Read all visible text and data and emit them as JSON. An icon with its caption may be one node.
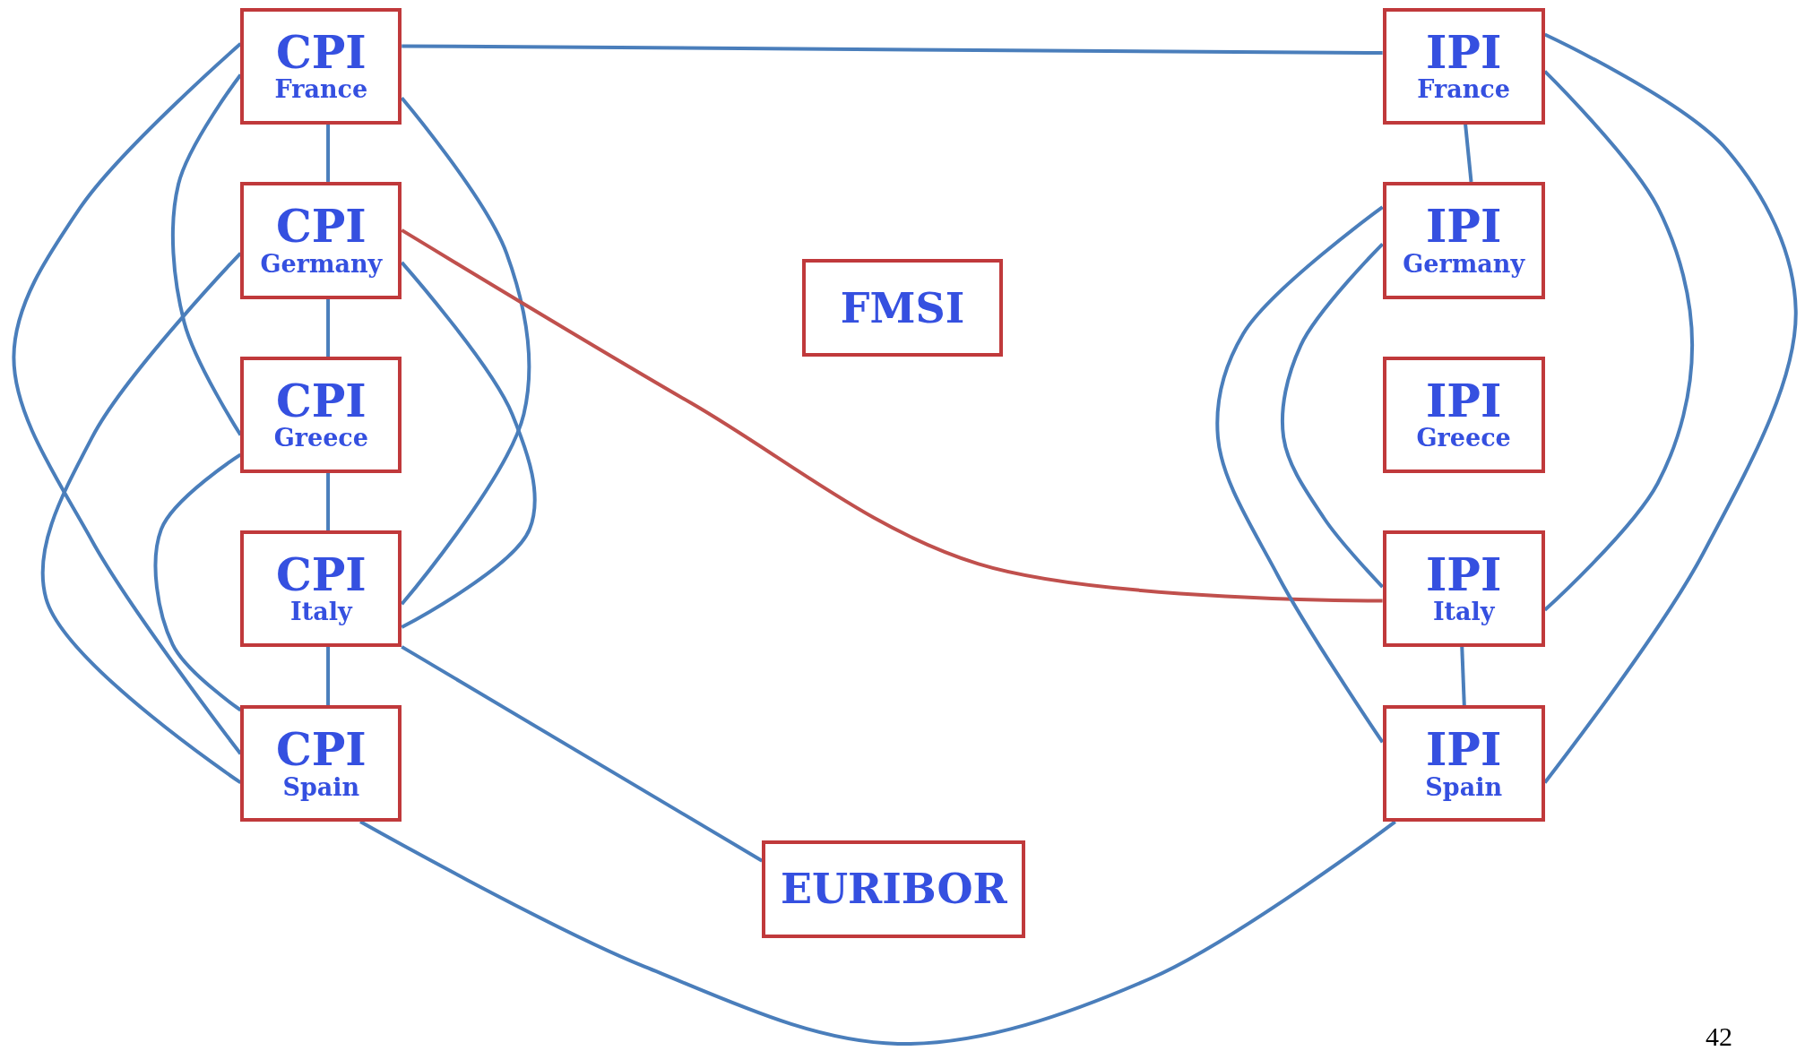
{
  "diagram": {
    "nodes": [
      {
        "text": [
          "CPI",
          "France"
        ]
      },
      {
        "text": [
          "CPI",
          "Germany"
        ]
      },
      {
        "text": [
          "CPI",
          "Greece"
        ]
      },
      {
        "text": [
          "CPI",
          "Italy"
        ]
      },
      {
        "text": [
          "CPI",
          "Spain"
        ]
      },
      {
        "text": [
          "IPI",
          "France"
        ]
      },
      {
        "text": [
          "IPI",
          "Germany"
        ]
      },
      {
        "text": [
          "FMSI"
        ]
      },
      {
        "text": [
          "IPI",
          "Greece"
        ]
      },
      {
        "text": [
          "IPI",
          "Italy"
        ]
      },
      {
        "text": [
          "IPI",
          "Spain"
        ]
      },
      {
        "text": [
          "EURIBOR"
        ]
      }
    ],
    "edges": [
      {
        "from": 0,
        "to": 5,
        "arrow": "none"
      },
      {
        "from": 0,
        "to": 1,
        "arrow": "none"
      },
      {
        "from": 1,
        "to": 2,
        "arrow": "none"
      },
      {
        "from": 2,
        "to": 3,
        "arrow": "none"
      },
      {
        "from": 3,
        "to": 4,
        "arrow": "none"
      },
      {
        "from": 0,
        "to": 4,
        "arrow": "none"
      },
      {
        "from": 0,
        "to": 2,
        "arrow": "none"
      },
      {
        "from": 0,
        "to": 3,
        "arrow": "none"
      },
      {
        "from": 1,
        "to": 4,
        "arrow": "none"
      },
      {
        "from": 1,
        "to": 3,
        "arrow": "none"
      },
      {
        "from": 1,
        "to": 9,
        "arrow": "none",
        "color": "#c0504d"
      },
      {
        "from": 2,
        "to": 4,
        "arrow": "none"
      },
      {
        "from": 3,
        "to": 11,
        "arrow": "none"
      },
      {
        "from": 4,
        "to": 10,
        "arrow": "none"
      },
      {
        "from": 5,
        "to": 6,
        "arrow": "none"
      },
      {
        "from": 9,
        "to": 10,
        "arrow": "none"
      },
      {
        "from": 5,
        "to": 10,
        "arrow": "none"
      },
      {
        "from": 5,
        "to": 9,
        "arrow": "none"
      },
      {
        "from": 6,
        "to": 10,
        "arrow": "none"
      },
      {
        "from": 6,
        "to": 9,
        "arrow": "none"
      }
    ],
    "labels": [
      "42"
    ]
  }
}
